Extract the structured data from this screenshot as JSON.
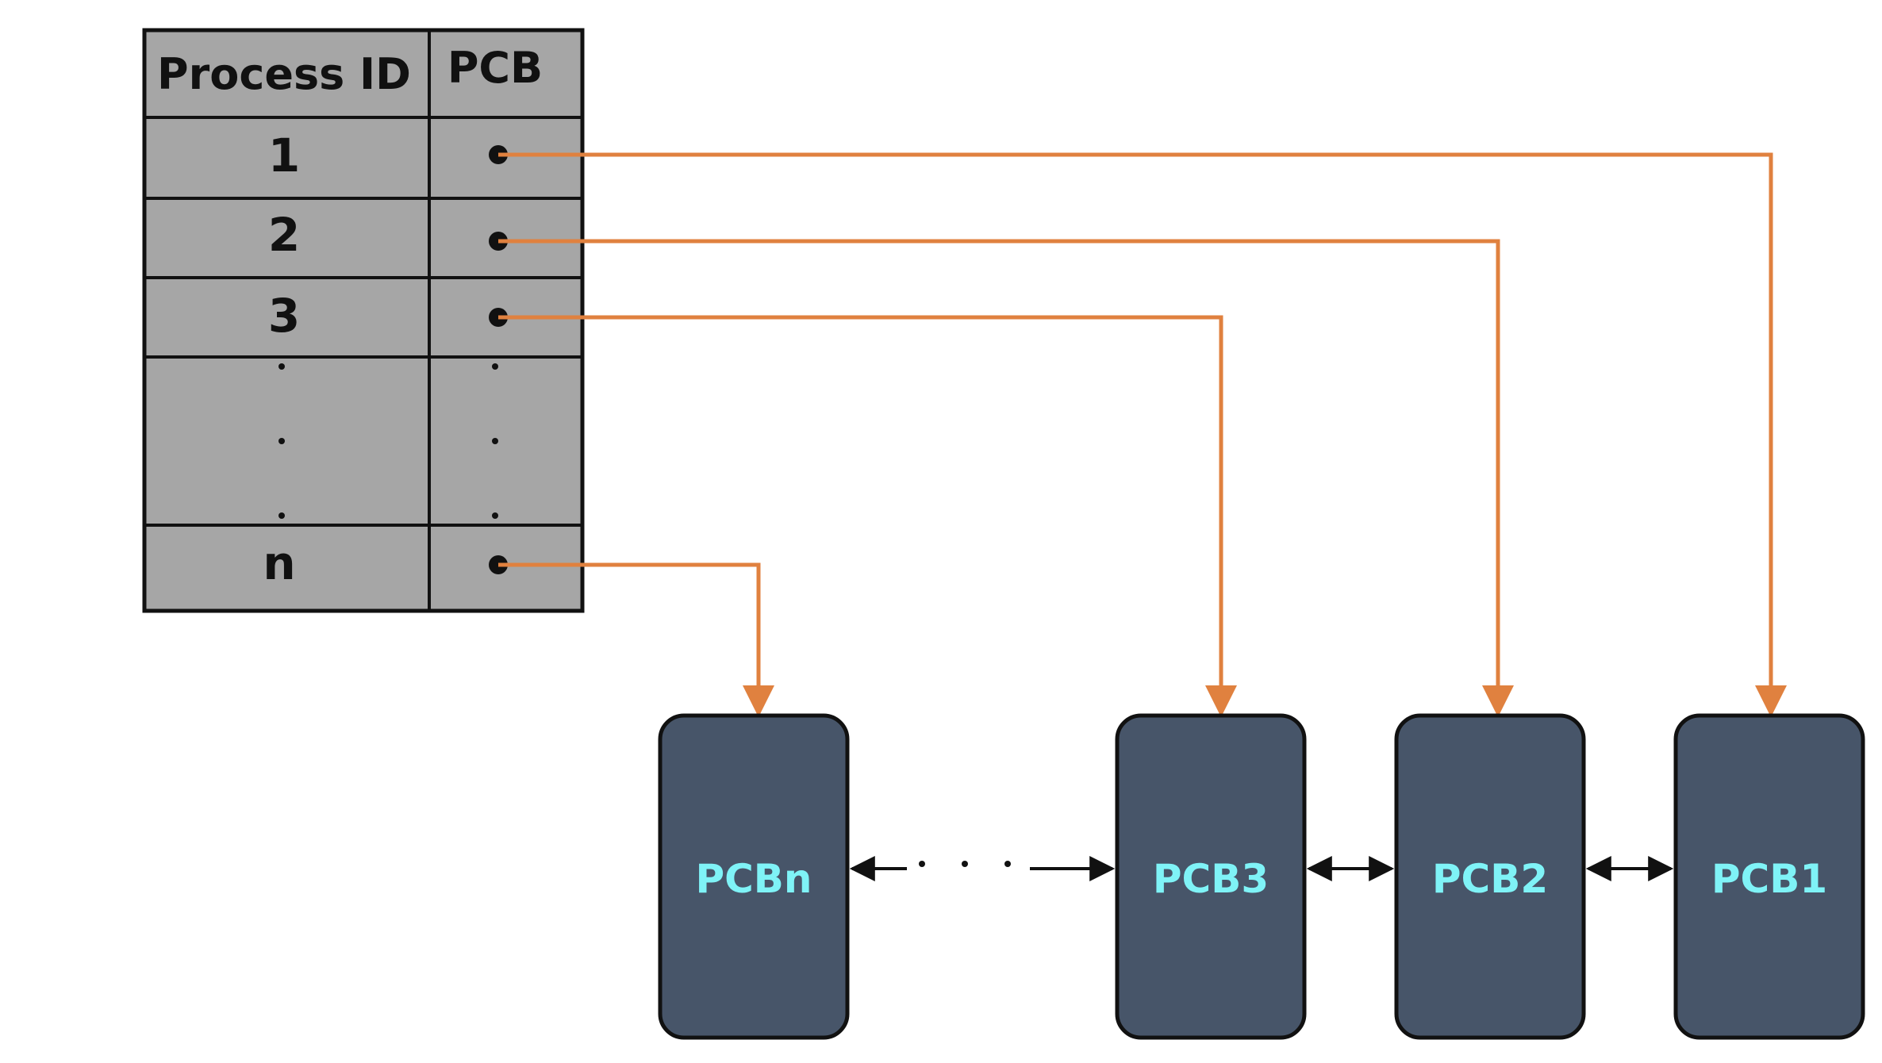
{
  "table": {
    "headers": {
      "process_id": "Process ID",
      "pcb": "PCB"
    },
    "rows": [
      {
        "id": "1"
      },
      {
        "id": "2"
      },
      {
        "id": "3"
      },
      {
        "id": "·\n·\n·"
      },
      {
        "id": "n"
      }
    ]
  },
  "pcbs": [
    {
      "label": "PCBn"
    },
    {
      "label": "PCB3"
    },
    {
      "label": "PCB2"
    },
    {
      "label": "PCB1"
    }
  ],
  "colors": {
    "table_fill": "#a6a6a6",
    "pointer_line": "#e0813f",
    "pcb_fill": "#475569",
    "pcb_text": "#7ff3f7",
    "border": "#111111"
  },
  "links": [
    {
      "row": "1",
      "target": "PCB1"
    },
    {
      "row": "2",
      "target": "PCB2"
    },
    {
      "row": "3",
      "target": "PCB3"
    },
    {
      "row": "n",
      "target": "PCBn"
    }
  ]
}
